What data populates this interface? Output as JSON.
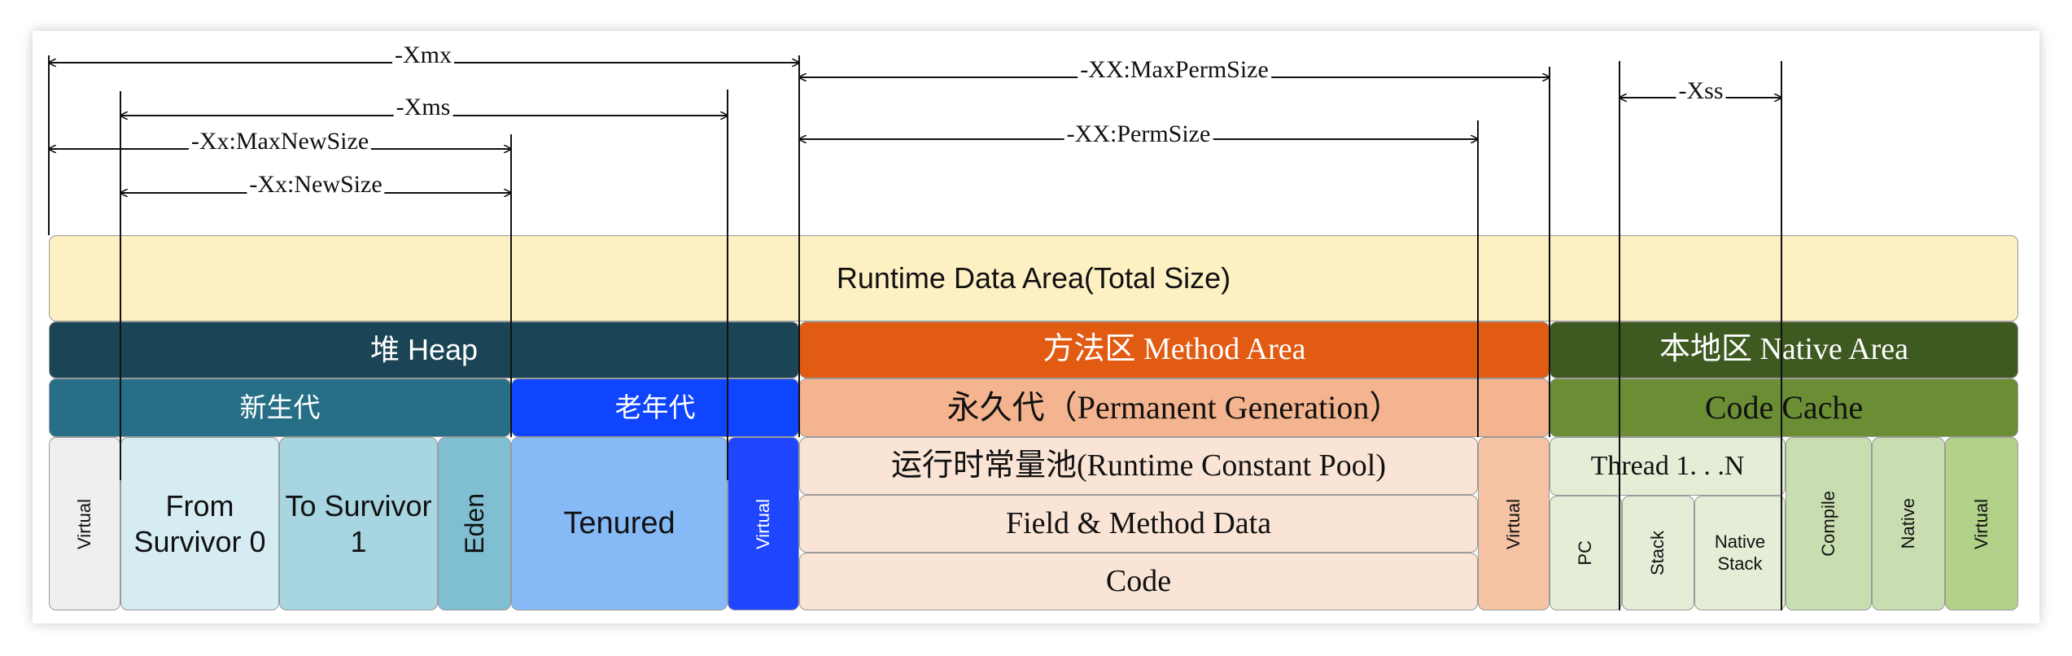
{
  "title": "Runtime Data Area(Total Size)",
  "areas": {
    "heap": "堆 Heap",
    "method": "方法区 Method Area",
    "native": "本地区 Native Area"
  },
  "generations": {
    "young": "新生代",
    "old": "老年代",
    "permanent": "永久代（Permanent Generation）",
    "code_cache": "Code Cache"
  },
  "heap_cells": {
    "virtual_left": "Virtual",
    "from_survivor": "From Survivor 0",
    "to_survivor": "To Survivor 1",
    "eden": "Eden",
    "tenured": "Tenured",
    "virtual_right": "Virtual"
  },
  "method_cells": {
    "constant_pool": "运行时常量池(Runtime Constant Pool)",
    "field_method": "Field & Method Data",
    "code": "Code",
    "virtual": "Virtual"
  },
  "native_cells": {
    "thread": "Thread 1. . .N",
    "pc": "PC",
    "stack": "Stack",
    "native_stack": "Native Stack",
    "compile": "Compile",
    "native": "Native",
    "virtual": "Virtual"
  },
  "parameters": {
    "xmx": "-Xmx",
    "xms": "-Xms",
    "max_new_size": "-Xx:MaxNewSize",
    "new_size": "-Xx:NewSize",
    "max_perm_size": "-XX:MaxPermSize",
    "perm_size": "-XX:PermSize",
    "xss": "-Xss"
  },
  "colors": {
    "total": "#fdf0c3",
    "heap": "#1b4556",
    "young": "#266f87",
    "old": "#0f45ff",
    "virtual_blue": "#1f45ff",
    "virtual_gray": "#efefef",
    "survivor_light": "#d6ecf3",
    "survivor_mid": "#a7d5e2",
    "eden": "#7fbfd1",
    "tenured": "#86baf7",
    "method": "#e25b12",
    "permanent": "#f4b48f",
    "perm_cell": "#f9e4d6",
    "perm_virtual": "#f6c4a5",
    "native": "#3f5a21",
    "code_cache": "#6b8e35",
    "thread": "#e4edd6",
    "compile": "#c9deb0",
    "native_virtual": "#b2d189"
  }
}
